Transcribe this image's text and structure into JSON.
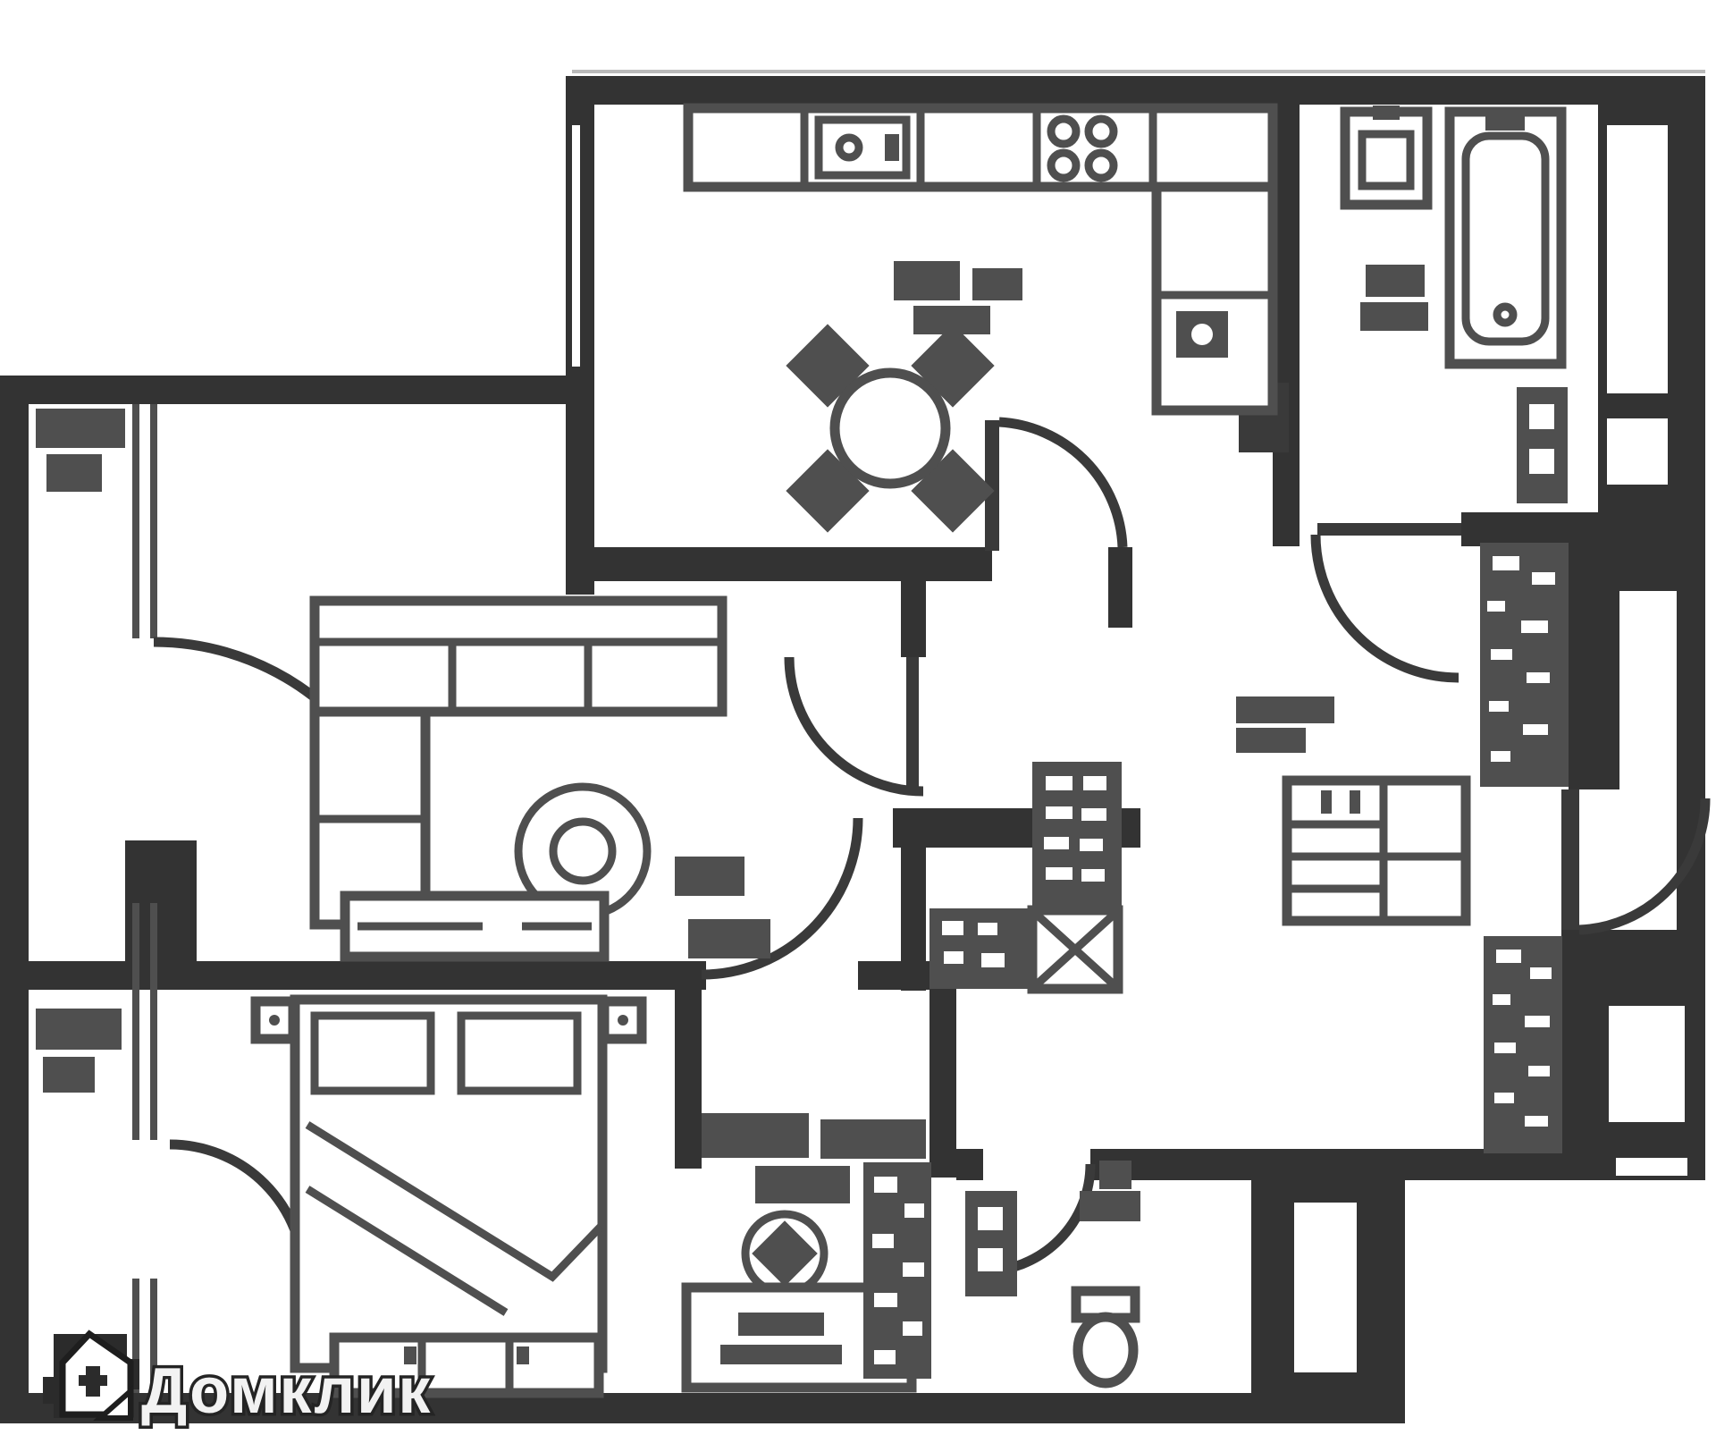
{
  "document": {
    "type": "apartment-floor-plan",
    "style": "pixelated monochrome raster plan",
    "legible_text_on_image": [
      "Домклик"
    ]
  },
  "watermark": {
    "text": "Домклик",
    "logo_icon": "house-logo-icon"
  },
  "palette": {
    "background": "#ffffff",
    "walls": "#333333",
    "furniture": "#4f4f4f",
    "door_arcs": "#3a3a3a",
    "watermark_fill": "#f2f2f2",
    "watermark_outline": "#242424"
  },
  "rooms": [
    {
      "name": "kitchen",
      "label_legible": false,
      "label_blob_lines": 2
    },
    {
      "name": "bathroom",
      "label_legible": false,
      "label_blob_lines": 2
    },
    {
      "name": "hallway",
      "label_legible": false,
      "label_blob_lines": 2
    },
    {
      "name": "living-room",
      "label_legible": false,
      "label_blob_lines": 2
    },
    {
      "name": "bedroom",
      "label_legible": false,
      "label_blob_lines": 2
    },
    {
      "name": "wc",
      "label_legible": false,
      "label_blob_lines": 1
    },
    {
      "name": "loggia-top",
      "label_legible": false,
      "label_blob_lines": 2
    },
    {
      "name": "loggia-bottom",
      "label_legible": false,
      "label_blob_lines": 2
    }
  ],
  "furniture": [
    "kitchen-counter",
    "kitchen-sink",
    "stove",
    "fridge-column",
    "dining-table",
    "dining-chairs",
    "bath-sink",
    "bathtub",
    "towel-radiator",
    "duct-box",
    "hanging-wardrobe-1",
    "hanging-wardrobe-2",
    "closet-unit",
    "shelf-column",
    "low-cabinet",
    "washing-machine",
    "corner-sofa",
    "round-rug",
    "tv-stand",
    "double-bed",
    "pillows",
    "nightstands",
    "bedroom-wardrobe",
    "desk",
    "desk-chair",
    "desk-shelving",
    "wc-radiator",
    "toilet",
    "wc-sink"
  ],
  "doors": [
    "kitchen-door",
    "bathroom-door",
    "living-room-door",
    "bedroom-door",
    "wc-door",
    "entrance-door",
    "balcony-door-living",
    "balcony-door-bedroom"
  ]
}
